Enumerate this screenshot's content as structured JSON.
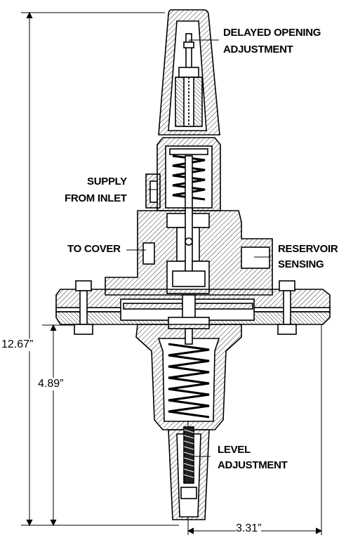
{
  "callouts": {
    "delayed_opening_line1": "DELAYED OPENING",
    "delayed_opening_line2": "ADJUSTMENT",
    "supply_line1": "SUPPLY",
    "supply_line2": "FROM INLET",
    "to_cover": "TO COVER",
    "reservoir_line1": "RESERVOIR",
    "reservoir_line2": "SENSING",
    "level_line1": "LEVEL",
    "level_line2": "ADJUSTMENT"
  },
  "dimensions": {
    "overall_height": "12.67”",
    "lower_height": "4.89”",
    "half_width": "3.31”"
  },
  "colors": {
    "line": "#000000",
    "hatch": "#333333",
    "background": "#ffffff"
  }
}
